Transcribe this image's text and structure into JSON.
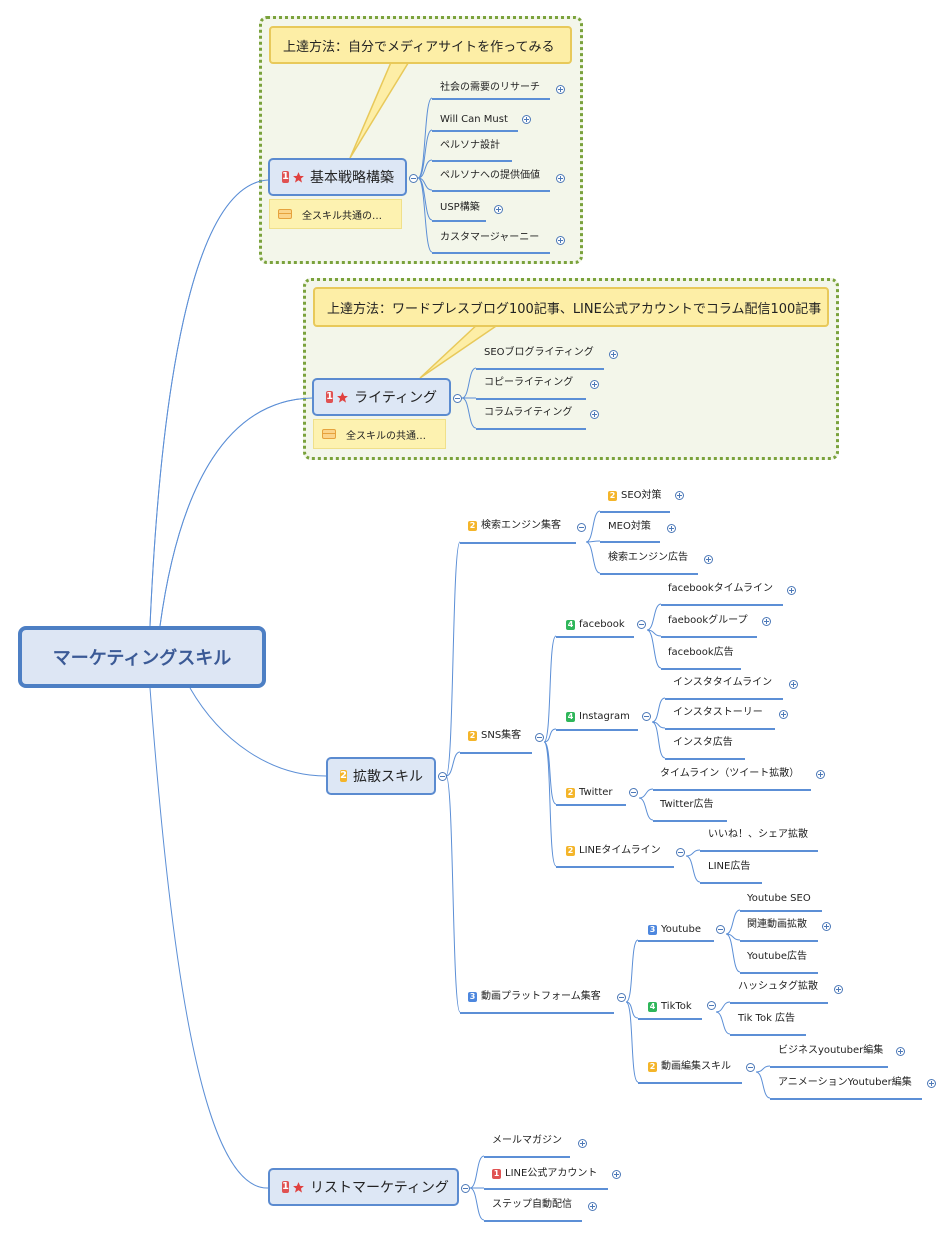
{
  "colors": {
    "badge_1": "#e05252",
    "badge_2": "#f4b52a",
    "badge_3": "#4d87de",
    "badge_4": "#2fb65a",
    "star": "#e0413f",
    "line": "#5c8fd6",
    "group_border": "#7aa23c"
  },
  "root": {
    "label": "マーケティングスキル"
  },
  "branches": {
    "strategy": {
      "label": "基本戦略構築",
      "priority": "1",
      "icon": "star-icon",
      "note": "全スキル共通の…",
      "callout": "上達方法：自分でメディアサイトを作ってみる",
      "children": [
        "社会の需要のリサーチ",
        "Will Can Must",
        "ペルソナ設計",
        "ペルソナへの提供価値",
        "USP構築",
        "カスタマージャーニー"
      ]
    },
    "writing": {
      "label": "ライティング",
      "priority": "1",
      "icon": "star-icon",
      "note": "全スキルの共通…",
      "callout": "上達方法：ワードプレスブログ100記事、LINE公式アカウントでコラム配信100記事",
      "children": [
        "SEOブログライティング",
        "コピーライティング",
        "コラムライティング"
      ]
    },
    "diffusion": {
      "label": "拡散スキル",
      "priority": "2",
      "search": {
        "label": "検索エンジン集客",
        "priority": "2",
        "children": [
          {
            "label": "SEO対策",
            "priority": "2"
          },
          {
            "label": "MEO対策"
          },
          {
            "label": "検索エンジン広告"
          }
        ]
      },
      "sns": {
        "label": "SNS集客",
        "priority": "2",
        "facebook": {
          "label": "facebook",
          "priority": "4",
          "children": [
            "facebookタイムライン",
            "faebookグループ",
            "facebook広告"
          ]
        },
        "instagram": {
          "label": "Instagram",
          "priority": "4",
          "children": [
            "インスタタイムライン",
            "インスタストーリー",
            "インスタ広告"
          ]
        },
        "twitter": {
          "label": "Twitter",
          "priority": "2",
          "children": [
            "タイムライン（ツイート拡散）",
            "Twitter広告"
          ]
        },
        "line": {
          "label": "LINEタイムライン",
          "priority": "2",
          "children": [
            "いいね！、シェア拡散",
            "LINE広告"
          ]
        }
      },
      "video": {
        "label": "動画プラットフォーム集客",
        "priority": "3",
        "youtube": {
          "label": "Youtube",
          "priority": "3",
          "children": [
            "Youtube SEO",
            "関連動画拡散",
            "Youtube広告"
          ]
        },
        "tiktok": {
          "label": "TikTok",
          "priority": "4",
          "children": [
            "ハッシュタグ拡散",
            "Tik Tok 広告"
          ]
        },
        "editing": {
          "label": "動画編集スキル",
          "priority": "2",
          "children": [
            "ビジネスyoutuber編集",
            "アニメーションYoutuber編集"
          ]
        }
      }
    },
    "list": {
      "label": "リストマーケティング",
      "priority": "1",
      "icon": "star-icon",
      "children": [
        {
          "label": "メールマガジン"
        },
        {
          "label": "LINE公式アカウント",
          "priority": "1"
        },
        {
          "label": "ステップ自動配信"
        }
      ]
    }
  }
}
